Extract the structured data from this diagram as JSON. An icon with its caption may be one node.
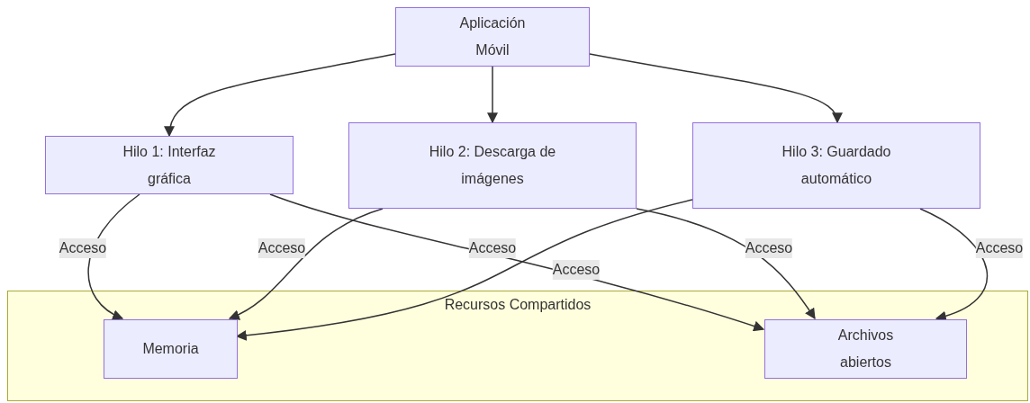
{
  "diagram": {
    "nodes": [
      {
        "text": [
          "Aplicación Móvil"
        ]
      },
      {
        "text": [
          "Hilo 1: Interfaz gráfica"
        ]
      },
      {
        "text": [
          "Hilo 2: Descarga de imágenes"
        ]
      },
      {
        "text": [
          "Hilo 3: Guardado automático"
        ]
      },
      {
        "text": [
          "Recursos Compartidos"
        ]
      },
      {
        "text": [
          "Memoria"
        ],
        "in": 4
      },
      {
        "text": [
          "Archivos abiertos"
        ],
        "in": 4
      }
    ],
    "edges": [
      {
        "from": 0,
        "to": 1,
        "arrow": "to"
      },
      {
        "from": 0,
        "to": 2,
        "arrow": "to"
      },
      {
        "from": 0,
        "to": 3,
        "arrow": "to"
      },
      {
        "from": 1,
        "to": 5,
        "arrow": "to",
        "label": "Acceso"
      },
      {
        "from": 1,
        "to": 6,
        "arrow": "to",
        "label": "Acceso"
      },
      {
        "from": 2,
        "to": 5,
        "arrow": "to",
        "label": "Acceso"
      },
      {
        "from": 2,
        "to": 6,
        "arrow": "to",
        "label": "Acceso"
      },
      {
        "from": 3,
        "to": 5,
        "arrow": "to",
        "label": "Acceso"
      },
      {
        "from": 3,
        "to": 6,
        "arrow": "to",
        "label": "Acceso"
      }
    ]
  }
}
